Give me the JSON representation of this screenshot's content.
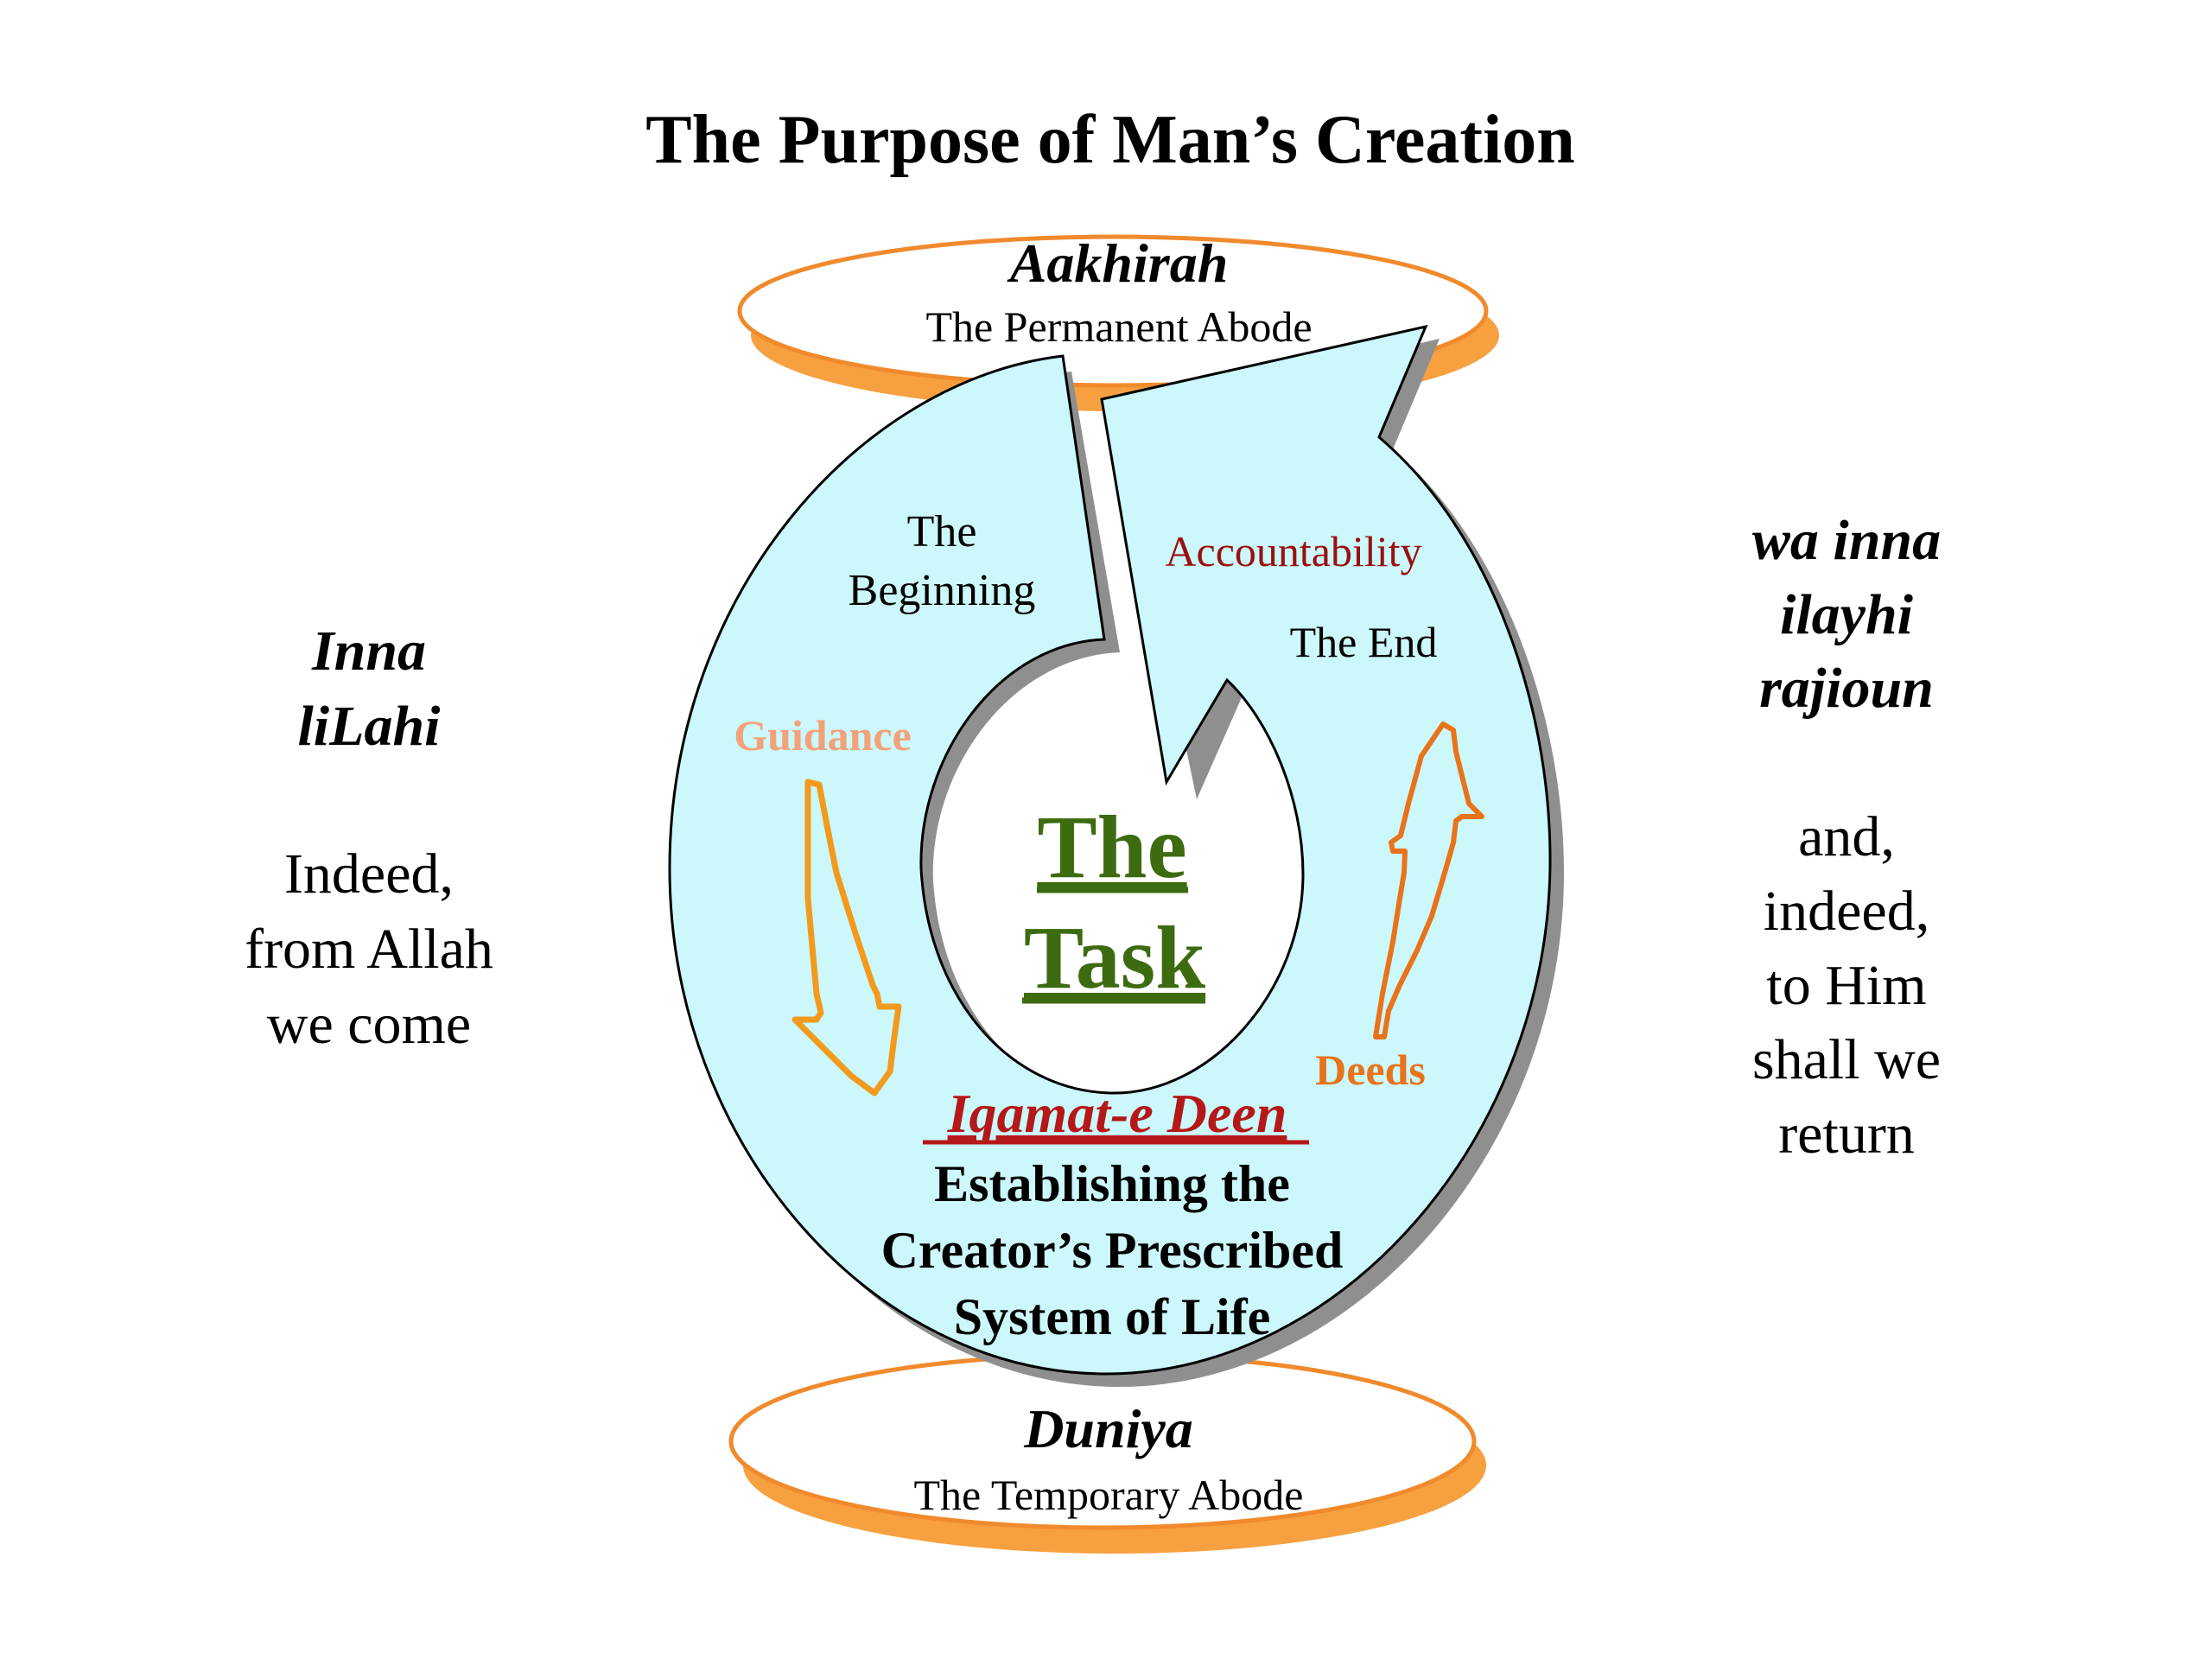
{
  "title": "The Purpose of Man’s Creation",
  "top_ellipse": {
    "name": "Aakhirah",
    "subtitle": "The Permanent Abode"
  },
  "bottom_ellipse": {
    "name": "Duniya",
    "subtitle": "The Temporary Abode"
  },
  "cycle": {
    "beginning_line1": "The",
    "beginning_line2": "Beginning",
    "end": "The End",
    "accountability": "Accountability",
    "guidance": "Guidance",
    "deeds": "Deeds",
    "task_line1": "The",
    "task_line2": "Task",
    "iqamat": "Iqamat-e Deen",
    "establishing_line1": "Establishing the",
    "establishing_line2": "Creator’s Prescribed",
    "establishing_line3": "System of Life"
  },
  "left_text": {
    "arabic_line1": "Inna",
    "arabic_line2": "liLahi",
    "english_line1": "Indeed,",
    "english_line2": "from Allah",
    "english_line3": "we come"
  },
  "right_text": {
    "arabic_line1": "wa inna",
    "arabic_line2": "ilayhi",
    "arabic_line3": "rajioun",
    "english_line1": "and,",
    "english_line2": "indeed,",
    "english_line3": "to Him",
    "english_line4": "shall we",
    "english_line5": "return"
  },
  "colors": {
    "ellipse_border": "#f08a2c",
    "ellipse_shadow": "#f7a040",
    "cycle_fill": "#ccf7fb",
    "cycle_shadow": "#8f8f8f",
    "task_green": "#3d6b10",
    "iqamat_red": "#b51818",
    "accountability_red": "#9a1010",
    "guidance_salmon": "#f2a27a",
    "deeds_orange": "#e8731a",
    "arrow_orange": "#f29a1d"
  }
}
